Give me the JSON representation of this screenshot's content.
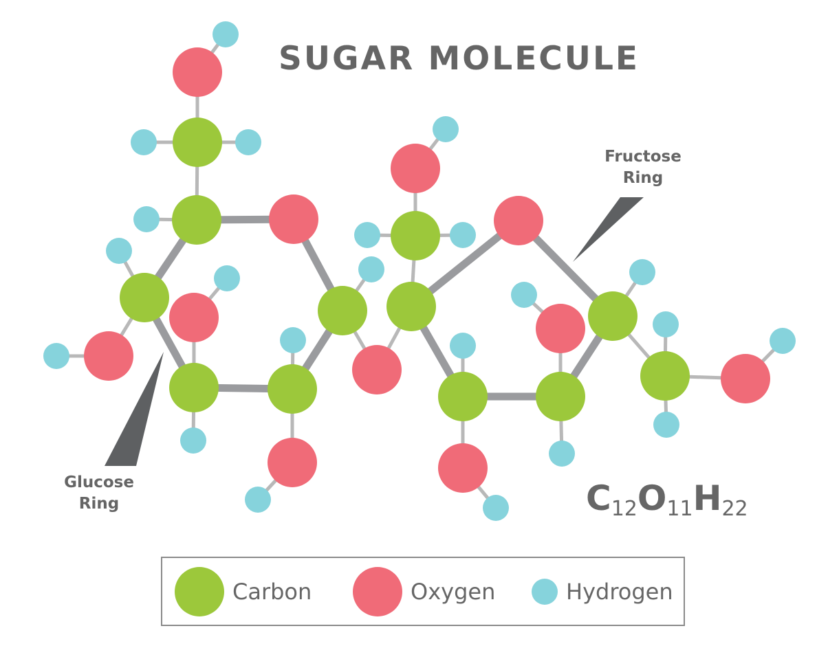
{
  "title": "SUGAR MOLECULE",
  "labels": {
    "fructose": {
      "line1": "Fructose",
      "line2": "Ring"
    },
    "glucose": {
      "line1": "Glucose",
      "line2": "Ring"
    }
  },
  "formula": {
    "parts": [
      {
        "element": "C",
        "count": "12"
      },
      {
        "element": "O",
        "count": "11"
      },
      {
        "element": "H",
        "count": "22"
      }
    ]
  },
  "colors": {
    "carbon": "#9cc83b",
    "oxygen": "#f06b78",
    "hydrogen": "#86d3dc",
    "ring_bond": "#9a9b9e",
    "thin_bond": "#b8b8b8",
    "pointer": "#5e6062",
    "text": "#656565"
  },
  "legend": {
    "items": [
      {
        "key": "carbon",
        "label": "Carbon"
      },
      {
        "key": "oxygen",
        "label": "Oxygen"
      },
      {
        "key": "hydrogen",
        "label": "Hydrogen"
      }
    ]
  }
}
